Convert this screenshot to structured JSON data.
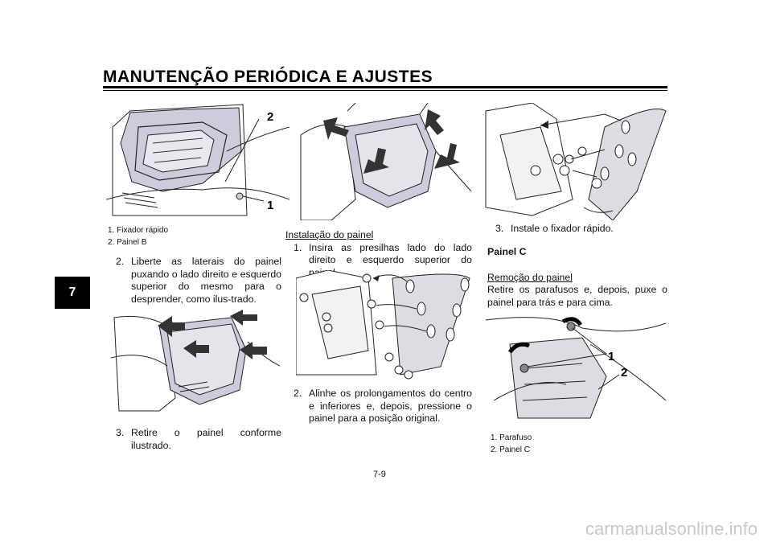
{
  "header": {
    "title": "MANUTENÇÃO PERIÓDICA E AJUSTES"
  },
  "chapter_tab": "7",
  "figures": {
    "fig1": {
      "callouts": [
        "2",
        "1"
      ]
    },
    "fig5": {
      "callouts": [
        "1",
        "2"
      ]
    }
  },
  "col1": {
    "caption": [
      "1. Fixador rápido",
      "2. Painel B"
    ],
    "step2": {
      "num": "2.",
      "text": "Liberte as laterais do painel puxando o lado direito e esquerdo superior do mesmo para o desprender, como ilus-trado."
    },
    "step3": {
      "num": "3.",
      "text": "Retire o painel conforme ilustrado."
    }
  },
  "col2": {
    "heading": "Instalação do painel",
    "step1": {
      "num": "1.",
      "text": "Insira as presilhas lado do lado direito e esquerdo superior do painel."
    },
    "step2": {
      "num": "2.",
      "text": "Alinhe os prolongamentos do centro e inferiores e, depois, pressione o painel para a posição original."
    }
  },
  "col3": {
    "step3": {
      "num": "3.",
      "text": "Instale o fixador rápido."
    },
    "section": "Painel C",
    "heading": "Remoção do painel",
    "paragraph": "Retire os parafusos e, depois, puxe o painel para trás e para cima.",
    "caption": [
      "1. Parafuso",
      "2. Painel C"
    ]
  },
  "page_number": "7-9",
  "watermark": "carmanualsonline.info"
}
